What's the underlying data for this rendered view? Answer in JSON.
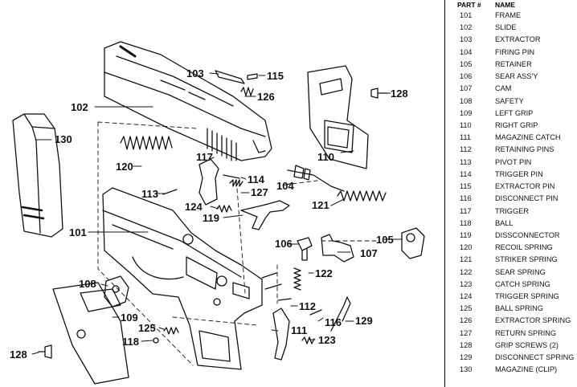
{
  "parts_table": {
    "header_part": "PART #",
    "header_name": "NAME",
    "rows": [
      {
        "num": "101",
        "name": "FRAME"
      },
      {
        "num": "102",
        "name": "SLIDE"
      },
      {
        "num": "103",
        "name": "EXTRACTOR"
      },
      {
        "num": "104",
        "name": "FIRING PIN"
      },
      {
        "num": "105",
        "name": "RETAINER"
      },
      {
        "num": "106",
        "name": "SEAR ASS'Y"
      },
      {
        "num": "107",
        "name": "CAM"
      },
      {
        "num": "108",
        "name": "SAFETY"
      },
      {
        "num": "109",
        "name": "LEFT GRIP"
      },
      {
        "num": "110",
        "name": "RIGHT GRIP"
      },
      {
        "num": "111",
        "name": "MAGAZINE CATCH"
      },
      {
        "num": "112",
        "name": "RETAINING PINS"
      },
      {
        "num": "113",
        "name": "PIVOT PIN"
      },
      {
        "num": "114",
        "name": "TRIGGER PIN"
      },
      {
        "num": "115",
        "name": "EXTRACTOR PIN"
      },
      {
        "num": "116",
        "name": "DISCONNECT PIN"
      },
      {
        "num": "117",
        "name": "TRIGGER"
      },
      {
        "num": "118",
        "name": "BALL"
      },
      {
        "num": "119",
        "name": "DISSCONNECTOR"
      },
      {
        "num": "120",
        "name": "RECOIL SPRING"
      },
      {
        "num": "121",
        "name": "STRIKER SPRING"
      },
      {
        "num": "122",
        "name": "SEAR SPRING"
      },
      {
        "num": "123",
        "name": "CATCH SPRING"
      },
      {
        "num": "124",
        "name": "TRIGGER SPRING"
      },
      {
        "num": "125",
        "name": "BALL SPRING"
      },
      {
        "num": "126",
        "name": "EXTRACTOR SPRING"
      },
      {
        "num": "127",
        "name": "RETURN SPRING"
      },
      {
        "num": "128",
        "name": "GRIP SCREWS (2)"
      },
      {
        "num": "129",
        "name": "DISCONNECT SPRING"
      },
      {
        "num": "130",
        "name": "MAGAZINE (CLIP)"
      }
    ]
  },
  "callouts": {
    "c101": "101",
    "c102": "102",
    "c103": "103",
    "c104": "104",
    "c105": "105",
    "c106": "106",
    "c107": "107",
    "c108": "108",
    "c109": "109",
    "c110": "110",
    "c111": "111",
    "c112": "112",
    "c113": "113",
    "c114": "114",
    "c115": "115",
    "c116": "116",
    "c117": "117",
    "c118": "118",
    "c119": "119",
    "c120": "120",
    "c121": "121",
    "c122": "122",
    "c123": "123",
    "c124": "124",
    "c125": "125",
    "c126": "126",
    "c127": "127",
    "c128a": "128",
    "c128b": "128",
    "c129": "129",
    "c130": "130"
  }
}
